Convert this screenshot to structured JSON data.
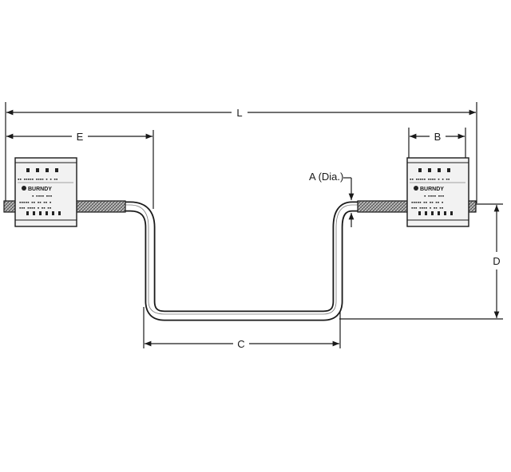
{
  "diagram": {
    "labels": {
      "length": "L",
      "end_length": "E",
      "connector_width": "B",
      "diameter": "A (Dia.)",
      "bend_span": "C",
      "bend_depth": "D"
    },
    "connector_marking": "BURNDY",
    "colors": {
      "line": "#1a1a1a",
      "connector_fill": "#f2f2f2",
      "braid_fill": "#9a9a9a"
    }
  }
}
